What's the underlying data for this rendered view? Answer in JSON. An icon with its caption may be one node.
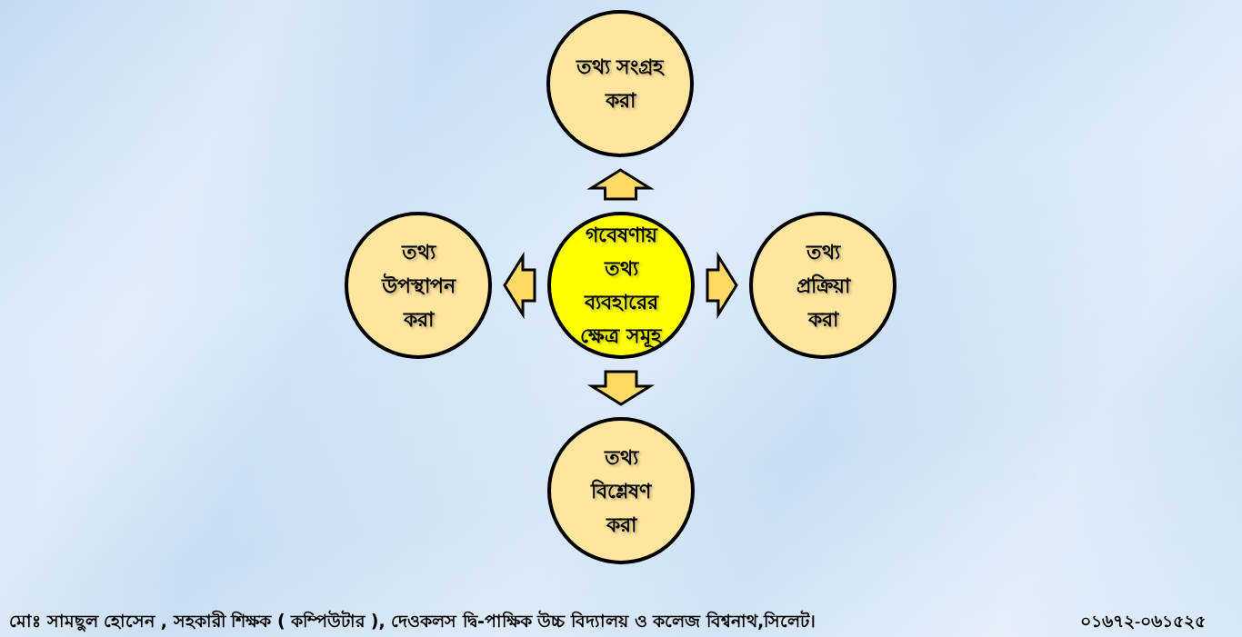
{
  "diagram": {
    "nodes": [
      {
        "text": [
          "তথ্য সংগ্রহ করা"
        ]
      },
      {
        "text": [
          "তথ্য উপস্থাপন করা"
        ]
      },
      {
        "text": [
          "গবেষণায় তথ্য ব্যবহারের ক্ষেত্র সমূহ"
        ]
      },
      {
        "text": [
          "তথ্য প্রক্রিয়া করা"
        ]
      },
      {
        "text": [
          "তথ্য বিশ্লেষণ করা"
        ]
      }
    ],
    "edges": [
      {
        "from": 2,
        "to": 0,
        "arrow": "to"
      },
      {
        "from": 2,
        "to": 1,
        "arrow": "to"
      },
      {
        "from": 2,
        "to": 3,
        "arrow": "to"
      },
      {
        "from": 2,
        "to": 4,
        "arrow": "to"
      }
    ],
    "labels": [
      "মোঃ সামছুল হোসেন , সহকারী শিক্ষক ( কম্পিউটার ), দেওকলস দ্বি-পাক্ষিক উচ্চ বিদ্যালয় ও কলেজ বিশ্বনাথ,সিলেট।",
      "০১৬৭২-০৬১৫২৫"
    ]
  }
}
